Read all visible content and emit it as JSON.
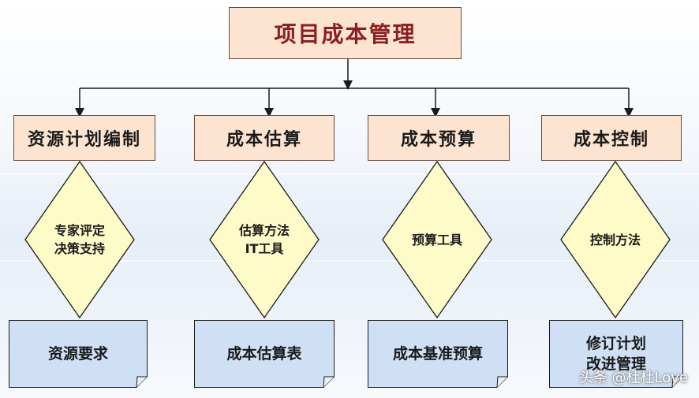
{
  "diagram": {
    "root": {
      "label": "项目成本管理"
    },
    "branches": [
      {
        "step": "资源计划编制",
        "method_lines": [
          "专家评定",
          "决策支持"
        ],
        "output_lines": [
          "资源要求"
        ]
      },
      {
        "step": "成本估算",
        "method_lines": [
          "估算方法",
          "IT工具"
        ],
        "output_lines": [
          "成本估算表"
        ]
      },
      {
        "step": "成本预算",
        "method_lines": [
          "预算工具"
        ],
        "output_lines": [
          "成本基准预算"
        ]
      },
      {
        "step": "成本控制",
        "method_lines": [
          "控制方法"
        ],
        "output_lines": [
          "修订计划",
          "改进管理"
        ]
      }
    ],
    "colors": {
      "header_fill": "#fce4d0",
      "header_text": "#8a1f1f",
      "diamond_fill": "#fdfbc8",
      "output_fill": "#cfe0f5",
      "line": "#1a1a1a"
    }
  },
  "watermark": "头条 @杜杜Love"
}
